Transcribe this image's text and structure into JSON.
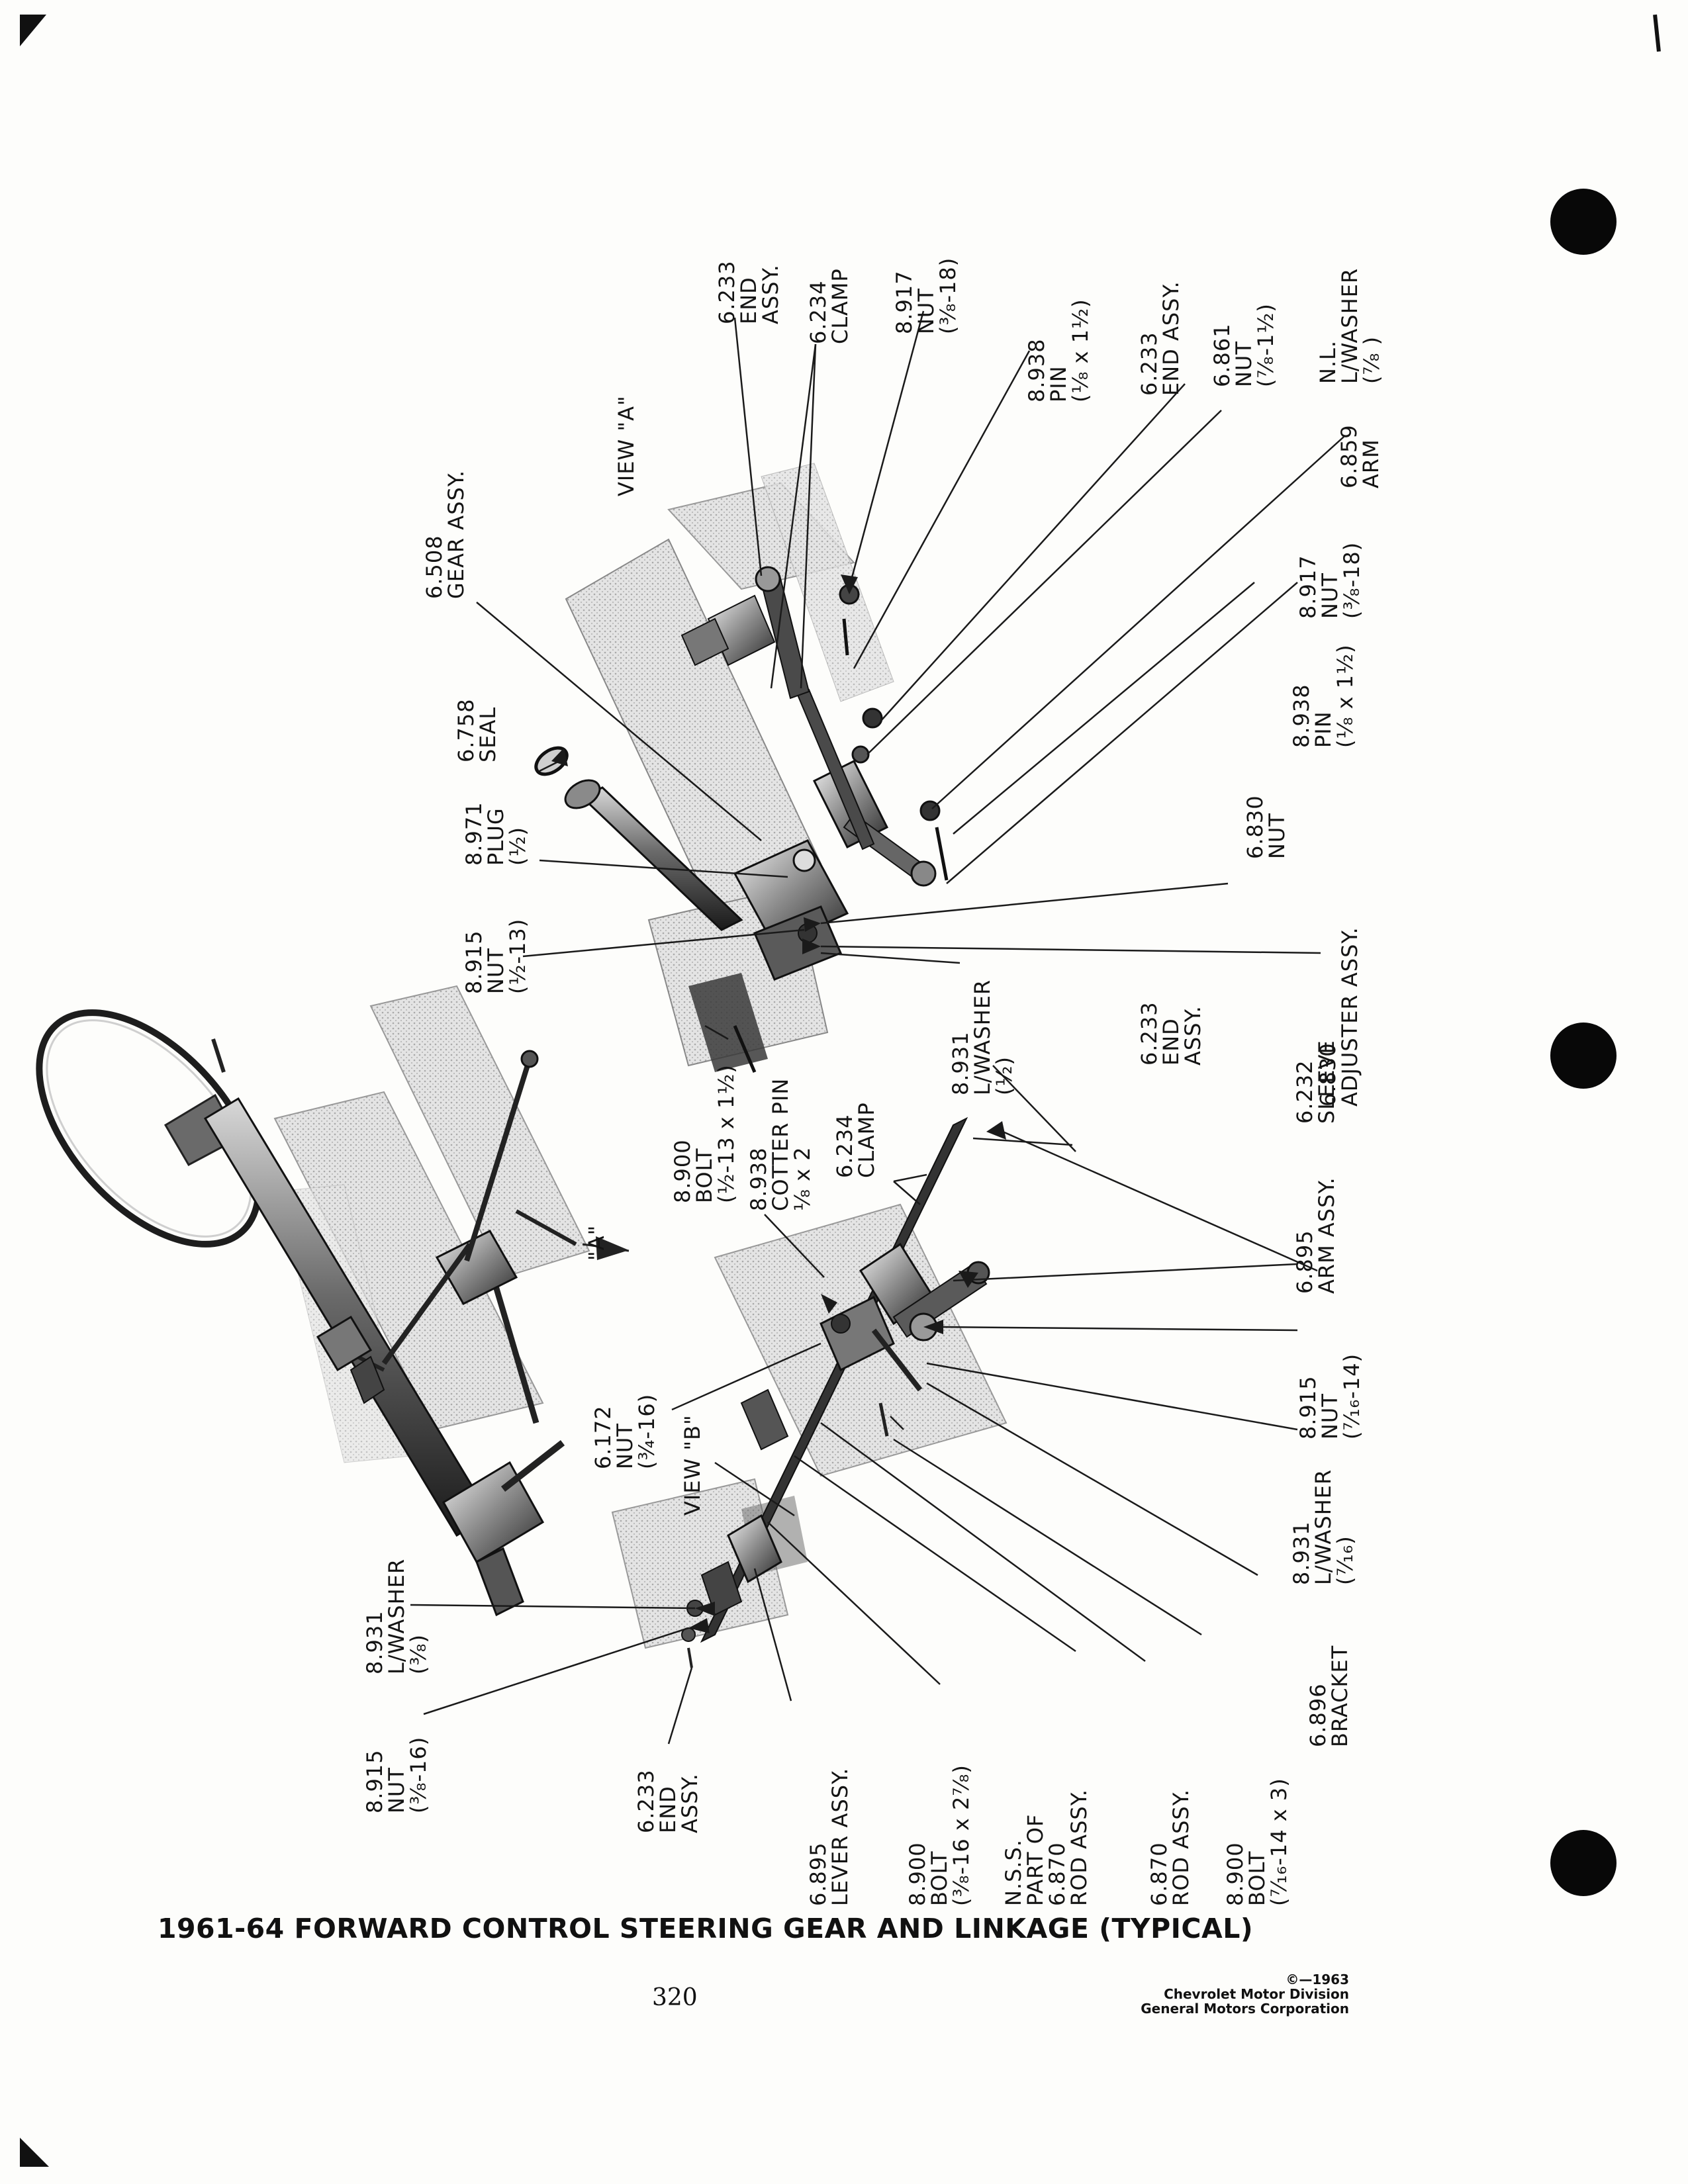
{
  "caption": "1961-64 FORWARD CONTROL STEERING GEAR AND LINKAGE (TYPICAL)",
  "page_number": "320",
  "credit": {
    "line1": "©—1963",
    "line2": "Chevrolet Motor Division",
    "line3": "General Motors Corporation"
  },
  "views": {
    "view_a": "VIEW \"A\"",
    "view_b": "VIEW \"B\"",
    "pointer_a": "\"A\""
  },
  "callouts": {
    "end_assy_top": [
      "6.233",
      "END",
      "ASSY."
    ],
    "clamp_top": [
      "6.234",
      "CLAMP"
    ],
    "nut_917_top": [
      "8.917",
      "NUT",
      "(³⁄₈-18)"
    ],
    "pin_938_top": [
      "8.938",
      "PIN",
      "(¹⁄₈ x 1½)"
    ],
    "end_assy_mid": [
      "6.233",
      "END ASSY."
    ],
    "nut_861": [
      "6.861",
      "NUT",
      "(⁷⁄₈-1½)"
    ],
    "lwasher_nl": [
      "N.L.",
      "L/WASHER",
      "(⁷⁄₈ )"
    ],
    "arm_859": [
      "6.859",
      "ARM"
    ],
    "nut_917_low": [
      "8.917",
      "NUT",
      "(³⁄₈-18)"
    ],
    "pin_938_low": [
      "8.938",
      "PIN",
      "(¹⁄₈ x 1½)"
    ],
    "nut_830": [
      "6.830",
      "NUT"
    ],
    "adjuster_830": [
      "6.830",
      "ADJUSTER ASSY."
    ],
    "gear_508": [
      "6.508",
      "GEAR ASSY."
    ],
    "seal_758": [
      "6.758",
      "SEAL"
    ],
    "plug_971": [
      "8.971",
      "PLUG",
      "(½)"
    ],
    "nut_915_top": [
      "8.915",
      "NUT",
      "(½-13)"
    ],
    "lwasher_931_top": [
      "8.931",
      "L/WASHER",
      "(½)"
    ],
    "bolt_900_top": [
      "8.900",
      "BOLT",
      "(½-13 x 1½)"
    ],
    "cotter_938": [
      "8.938",
      "COTTER PIN",
      "¹⁄₈ x 2"
    ],
    "clamp_234_low": [
      "6.234",
      "CLAMP"
    ],
    "end_assy_low": [
      "6.233",
      "END",
      "ASSY."
    ],
    "sleeve_232": [
      "6.232",
      "SLEEVE"
    ],
    "arm_895": [
      "6.895",
      "ARM ASSY."
    ],
    "nut_915_mid": [
      "8.915",
      "NUT",
      "(⁷⁄₁₆-14)"
    ],
    "lwasher_931_mid": [
      "8.931",
      "L/WASHER",
      "(⁷⁄₁₆)"
    ],
    "bracket_896": [
      "6.896",
      "BRACKET"
    ],
    "nut_172": [
      "6.172",
      "NUT",
      "(¾-16)"
    ],
    "lwasher_931_low": [
      "8.931",
      "L/WASHER",
      "(³⁄₈)"
    ],
    "nut_915_low": [
      "8.915",
      "NUT",
      "(³⁄₈-16)"
    ],
    "end_assy_bottom": [
      "6.233",
      "END",
      "ASSY."
    ],
    "lever_895": [
      "6.895",
      "LEVER ASSY."
    ],
    "bolt_900_mid": [
      "8.900",
      "BOLT",
      "(³⁄₈-16 x 2⁷⁄₈)"
    ],
    "nss_870": [
      "N.S.S.",
      "PART OF",
      "6.870",
      "ROD ASSY."
    ],
    "rod_870": [
      "6.870",
      "ROD ASSY."
    ],
    "bolt_900_low": [
      "8.900",
      "BOLT",
      "(⁷⁄₁₆-14 x 3)"
    ]
  }
}
